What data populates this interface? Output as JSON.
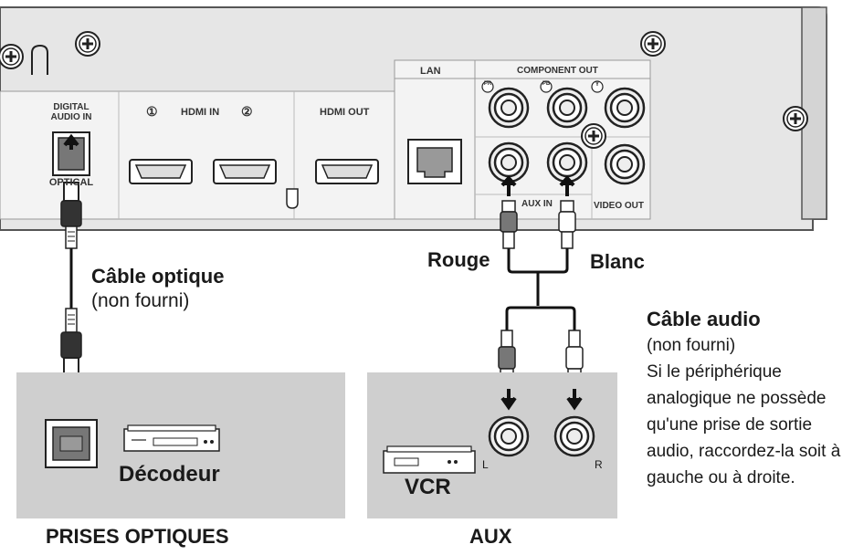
{
  "panel": {
    "digital_audio_in": "DIGITAL AUDIO IN",
    "optical": "OPTICAL",
    "hdmi_in": "HDMI IN",
    "hdmi_in_1": "①",
    "hdmi_in_2": "②",
    "hdmi_out": "HDMI OUT",
    "lan": "LAN",
    "component_out": "COMPONENT OUT",
    "comp_pr": "PR",
    "comp_pb": "PB",
    "comp_y": "Y",
    "aux_in": "AUX IN",
    "video_out": "VIDEO OUT"
  },
  "optical_cable": {
    "title": "Câble optique",
    "subtitle": "(non fourni)"
  },
  "audio_cable": {
    "left_color": "Rouge",
    "right_color": "Blanc",
    "title": "Câble audio",
    "subtitle": "(non fourni)",
    "note": "Si le périphérique analogique ne possède qu'une prise de sortie audio, raccordez-la soit à gauche ou à droite."
  },
  "optical_box": {
    "device": "Décodeur",
    "caption": "PRISES OPTIQUES"
  },
  "aux_box": {
    "device": "VCR",
    "jack_left": "L",
    "jack_right": "R",
    "caption": "AUX"
  },
  "colors": {
    "panel_bg": "#e6e6e6",
    "panel_outline": "#555555",
    "box_bg": "#cfcfcf"
  }
}
